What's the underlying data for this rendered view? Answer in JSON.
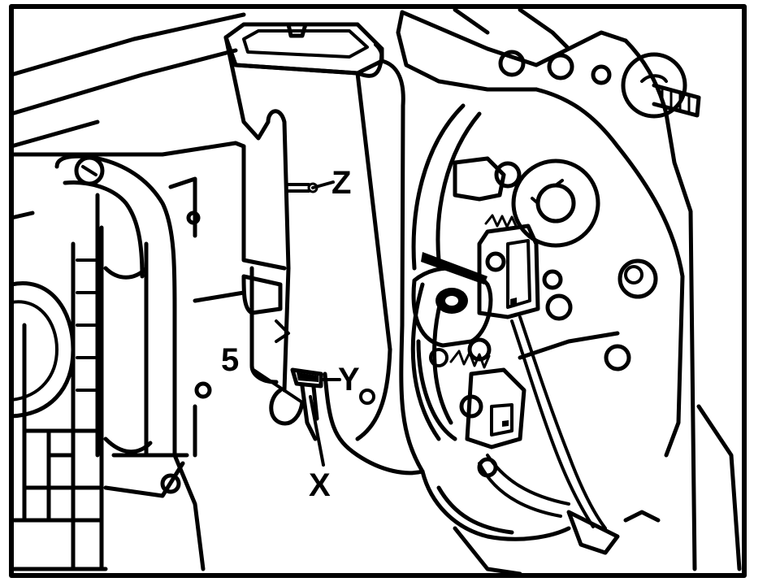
{
  "figure": {
    "callouts": [
      {
        "id": "Z",
        "label": "Z"
      },
      {
        "id": "5",
        "label": "5"
      },
      {
        "id": "Y",
        "label": "Y"
      },
      {
        "id": "X",
        "label": "X"
      }
    ],
    "colors": {
      "ink": "#000000",
      "paper": "#ffffff"
    }
  }
}
